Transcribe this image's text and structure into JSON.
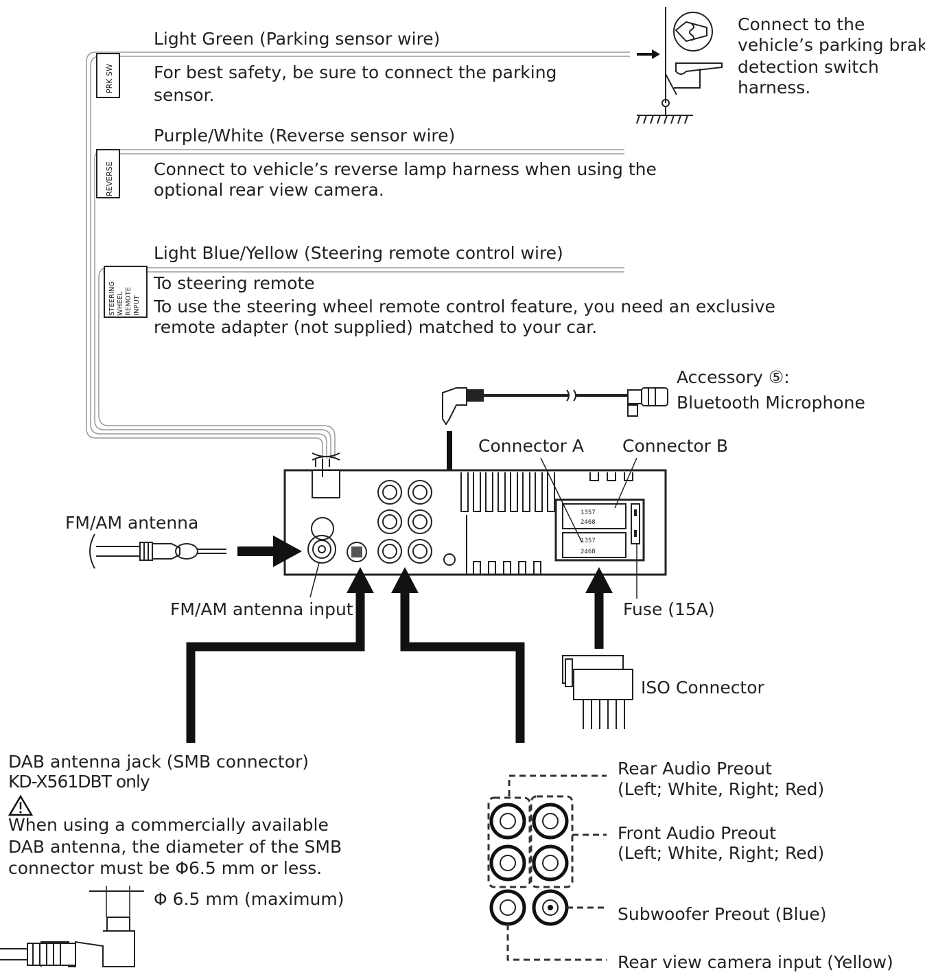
{
  "parking": {
    "title": "Light Green (Parking sensor wire)",
    "desc1": "For best safety, be sure to connect the parking",
    "desc2": "sensor.",
    "tag": "PRK SW",
    "note": [
      "Connect to the",
      "vehicle’s parking brake",
      "detection switch",
      "harness."
    ]
  },
  "reverse": {
    "title": "Purple/White (Reverse sensor wire)",
    "desc1": "Connect to vehicle’s reverse lamp harness when using the",
    "desc2": "optional rear view camera.",
    "tag": "REVERSE"
  },
  "steering": {
    "title": "Light Blue/Yellow (Steering remote control wire)",
    "desc1": "To steering remote",
    "desc2": "To use the steering wheel remote control feature, you need an exclusive",
    "desc3": "remote adapter (not supplied) matched to your car.",
    "tag": [
      "STEERING",
      "WHEEL",
      "REMOTE",
      "INPUT"
    ]
  },
  "accessory": {
    "line1": "Accessory ⑤:",
    "line2": "Bluetooth Microphone"
  },
  "connectors": {
    "a": "Connector A",
    "b": "Connector B",
    "pins_top": "1357",
    "pins_bottom": "2468",
    "fuse": "Fuse (15A)",
    "iso": "ISO Connector"
  },
  "antenna": {
    "fmam": "FM/AM antenna",
    "fmam_input": "FM/AM antenna input"
  },
  "dab": {
    "line1": "DAB antenna jack (SMB connector)",
    "line2": "KD-X561DBT only",
    "warn1": "When using a commercially available",
    "warn2": "DAB antenna, the diameter of the SMB",
    "warn3": "connector must be Φ6.5 mm or less.",
    "diameter": "Φ 6.5 mm (maximum)"
  },
  "preouts": {
    "rear": [
      "Rear Audio Preout",
      "(Left; White, Right; Red)"
    ],
    "front": [
      "Front Audio Preout",
      "(Left; White, Right; Red)"
    ],
    "sub": "Subwoofer Preout (Blue)",
    "camera": "Rear view camera input (Yellow)"
  }
}
